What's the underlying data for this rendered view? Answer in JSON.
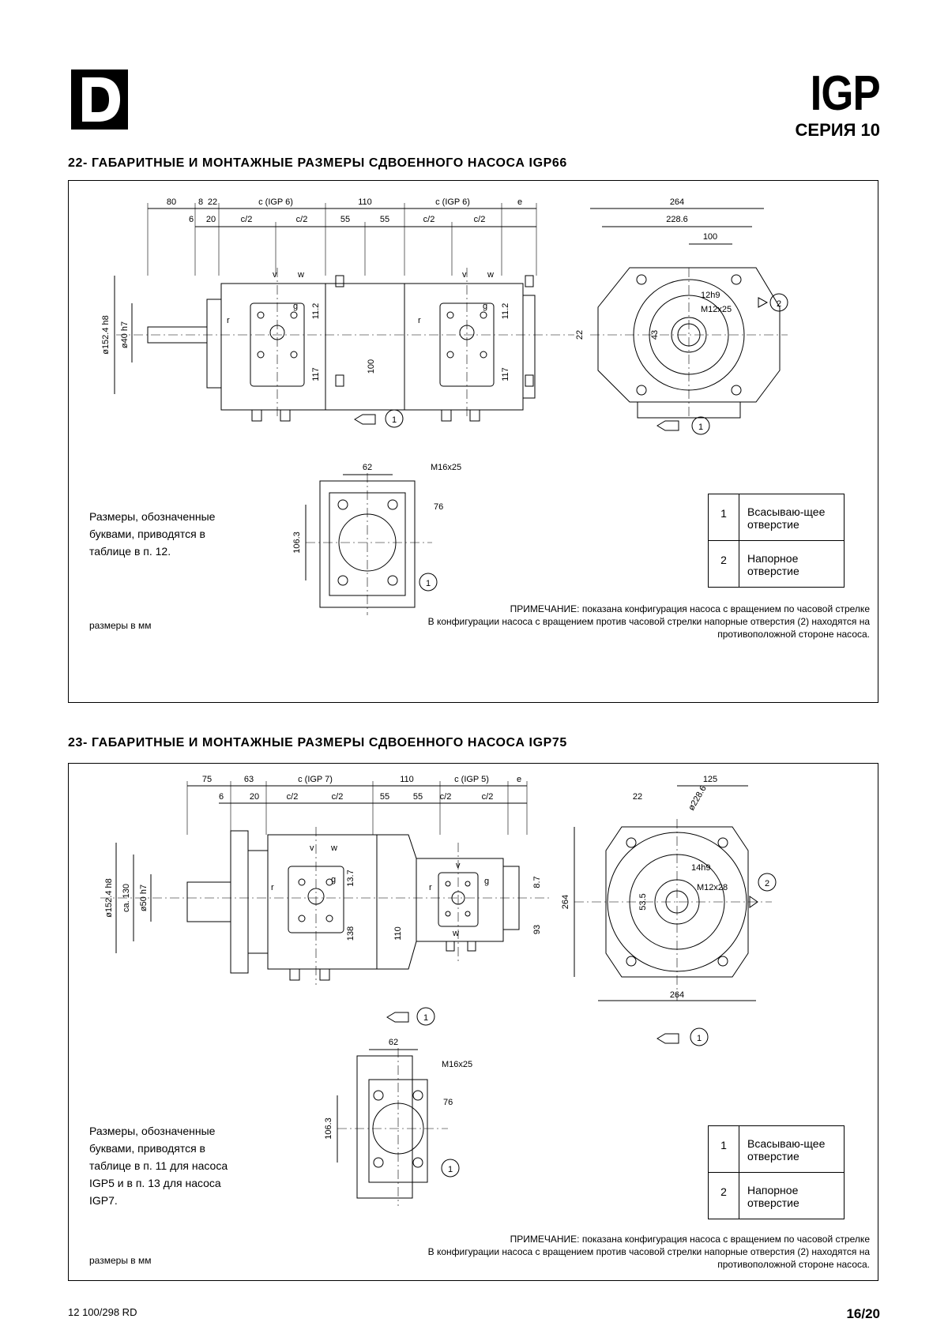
{
  "header": {
    "logo_letter": "D",
    "series_code": "IGP",
    "series_name": "СЕРИЯ 10"
  },
  "sections": [
    {
      "title": "22- ГАБАРИТНЫЕ И МОНТАЖНЫЕ РАЗМЕРЫ СДВОЕННОГО НАСОСА IGP66",
      "note_lines": [
        "Размеры, обозначенные",
        "буквами, приводятся в",
        "таблице в п. 12."
      ],
      "units": "размеры в мм",
      "legend": [
        {
          "num": "1",
          "text": "Всасываю-щее отверстие"
        },
        {
          "num": "2",
          "text": "Напорное отверстие"
        }
      ],
      "remark_lines": [
        "ПРИМЕЧАНИЕ: показана конфигурация насоса с вращением по часовой стрелке",
        "В конфигурации насоса с вращением против часовой стрелки напорные отверстия (2) находятся на",
        "противоположной стороне насоса."
      ],
      "dims_top": [
        "80",
        "8",
        "22",
        "c (IGP 6)",
        "110",
        "c (IGP 6)",
        "e"
      ],
      "dims_second": [
        "6",
        "20",
        "c/2",
        "c/2",
        "55",
        "55",
        "c/2",
        "c/2"
      ],
      "dims_side": [
        "ø152.4 h8",
        "ø40 h7",
        "r",
        "11.2",
        "117",
        "100",
        "r",
        "11.2",
        "117"
      ],
      "port_labels": [
        "v",
        "w",
        "g",
        "v",
        "w",
        "g"
      ],
      "front_dims": [
        "264",
        "228.6",
        "100",
        "12h9",
        "M12x25",
        "22",
        "43"
      ],
      "flange_dims": [
        "62",
        "M16x25",
        "76",
        "106.3"
      ],
      "port_markers": [
        "1",
        "2",
        "1",
        "1"
      ]
    },
    {
      "title": "23- ГАБАРИТНЫЕ И МОНТАЖНЫЕ РАЗМЕРЫ СДВОЕННОГО НАСОСА IGP75",
      "note_lines": [
        "Размеры, обозначенные",
        "буквами, приводятся в",
        "таблице в п. 11 для насоса",
        "IGP5 и в п. 13 для насоса",
        "IGP7."
      ],
      "units": "размеры в мм",
      "legend": [
        {
          "num": "1",
          "text": "Всасываю-щее отверстие"
        },
        {
          "num": "2",
          "text": "Напорное отверстие"
        }
      ],
      "remark_lines": [
        "ПРИМЕЧАНИЕ: показана конфигурация насоса с вращением по часовой стрелке",
        "В конфигурации насоса с вращением против часовой стрелки напорные отверстия (2) находятся на",
        "противоположной стороне насоса."
      ],
      "dims_top": [
        "75",
        "63",
        "c (IGP 7)",
        "110",
        "c (IGP 5)",
        "e"
      ],
      "dims_second": [
        "6",
        "20",
        "c/2",
        "c/2",
        "55",
        "55",
        "c/2",
        "c/2"
      ],
      "dims_side": [
        "ø152.4 h8",
        "ca. 130",
        "ø50 h7",
        "r",
        "13.7",
        "138",
        "110",
        "r",
        "8.7",
        "93"
      ],
      "port_labels": [
        "v",
        "w",
        "g",
        "v",
        "g",
        "w"
      ],
      "front_dims": [
        "125",
        "22",
        "ø228.6",
        "14h9",
        "M12x28",
        "53.5",
        "264",
        "264"
      ],
      "flange_dims": [
        "62",
        "M16x25",
        "76",
        "106.3"
      ],
      "port_markers": [
        "1",
        "2",
        "1",
        "1"
      ]
    }
  ],
  "footer": {
    "doc_code": "12 100/298 RD",
    "page": "16/20"
  }
}
